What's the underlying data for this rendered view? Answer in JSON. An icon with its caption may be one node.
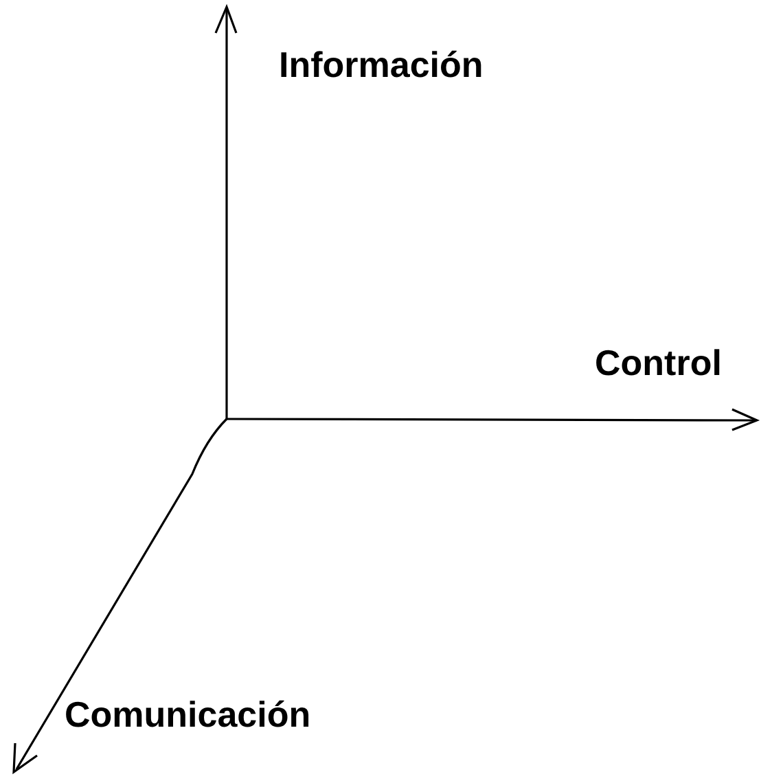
{
  "diagram": {
    "labels": [
      "Información",
      "Control",
      "Comunicación"
    ]
  }
}
